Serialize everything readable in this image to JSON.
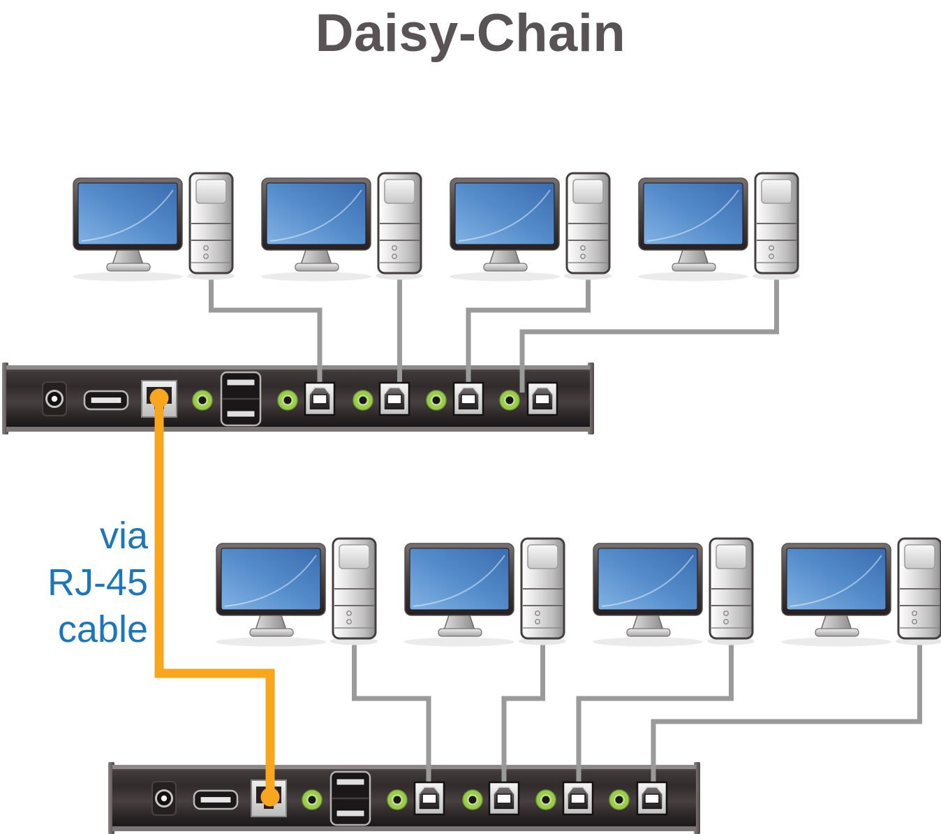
{
  "title": "Daisy-Chain",
  "annotation": {
    "cable_label": "via\nRJ-45\ncable"
  },
  "colors": {
    "title_text": "#595355",
    "annotation_text": "#1C76BB",
    "daisy_chain_cable_orange": "#F7A61E",
    "kvm_cable_gray": "#9A9A9A",
    "audio_jack_green": "#9BCC4A",
    "monitor_screen_blue": "#4E86C8",
    "switch_body_dark": "#2E2728"
  },
  "diagram": {
    "top_row_computers": 4,
    "bottom_row_computers": 4,
    "kvm_switches": 2,
    "switch_port_sequence": [
      "dc-power-jack",
      "usb-a-port",
      "rj45-port",
      "audio-jack",
      "dual-usb-a-port",
      "audio-jack",
      "usb-b-port",
      "audio-jack",
      "usb-b-port",
      "audio-jack",
      "usb-b-port",
      "audio-jack",
      "usb-b-port"
    ]
  }
}
